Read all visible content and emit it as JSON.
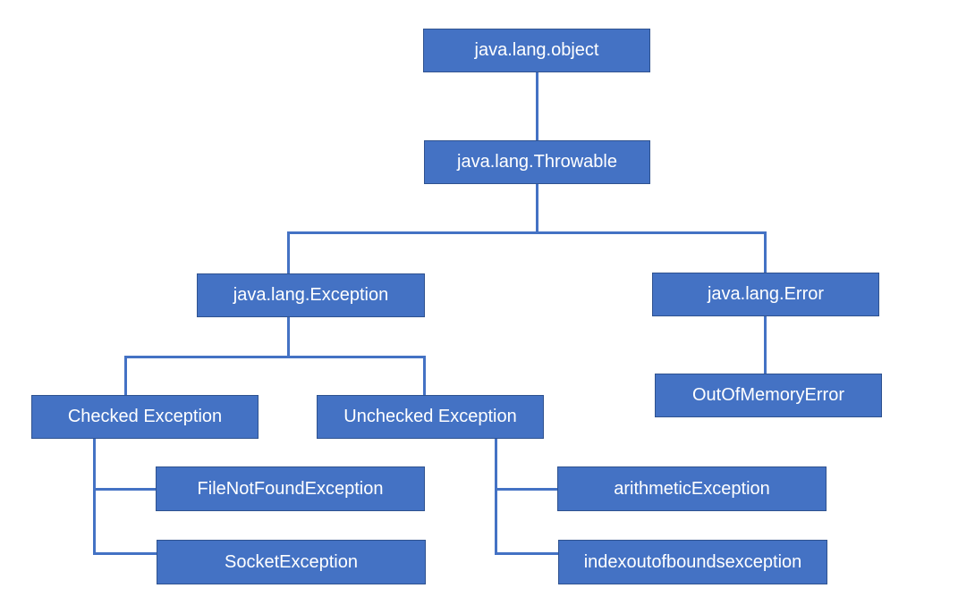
{
  "diagram": {
    "nodes": {
      "object": "java.lang.object",
      "throwable": "java.lang.Throwable",
      "exception": "java.lang.Exception",
      "error": "java.lang.Error",
      "out_of_memory_error": "OutOfMemoryError",
      "checked_exception": "Checked Exception",
      "unchecked_exception": "Unchecked Exception",
      "file_not_found_exception": "FileNotFoundException",
      "socket_exception": "SocketException",
      "arithmetic_exception": "arithmeticException",
      "index_out_of_bounds_exception": "indexoutofboundsexception"
    },
    "edges": [
      [
        "object",
        "throwable"
      ],
      [
        "throwable",
        "exception"
      ],
      [
        "throwable",
        "error"
      ],
      [
        "error",
        "out_of_memory_error"
      ],
      [
        "exception",
        "checked_exception"
      ],
      [
        "exception",
        "unchecked_exception"
      ],
      [
        "checked_exception",
        "file_not_found_exception"
      ],
      [
        "checked_exception",
        "socket_exception"
      ],
      [
        "unchecked_exception",
        "arithmetic_exception"
      ],
      [
        "unchecked_exception",
        "index_out_of_bounds_exception"
      ]
    ],
    "colors": {
      "box_fill": "#4472c4",
      "box_border": "#2f528f",
      "connector": "#4472c4",
      "text": "#ffffff"
    }
  }
}
